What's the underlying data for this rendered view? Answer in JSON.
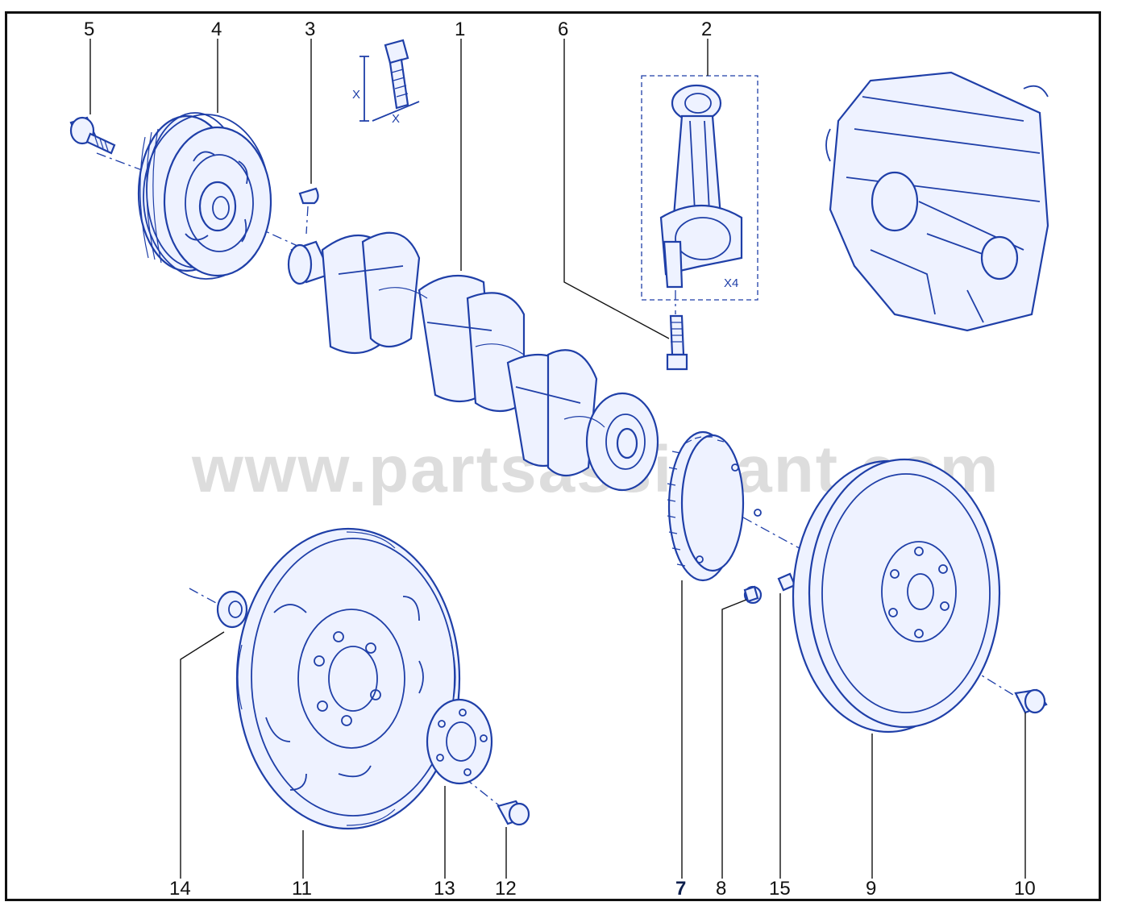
{
  "watermark": "www.partsassistant.com",
  "callouts": {
    "c1": "1",
    "c2": "2",
    "c3": "3",
    "c4": "4",
    "c5": "5",
    "c6": "6",
    "c7": "7",
    "c8": "8",
    "c9": "9",
    "c10": "10",
    "c11": "11",
    "c12": "12",
    "c13": "13",
    "c14": "14",
    "c15": "15"
  },
  "connecting_rod_qty": "X4",
  "bolt_dim_label": "X",
  "colors": {
    "line": "#1f3fa8",
    "fill": "#eef2ff",
    "frame": "#111111",
    "watermark": "#c8c8c8"
  }
}
